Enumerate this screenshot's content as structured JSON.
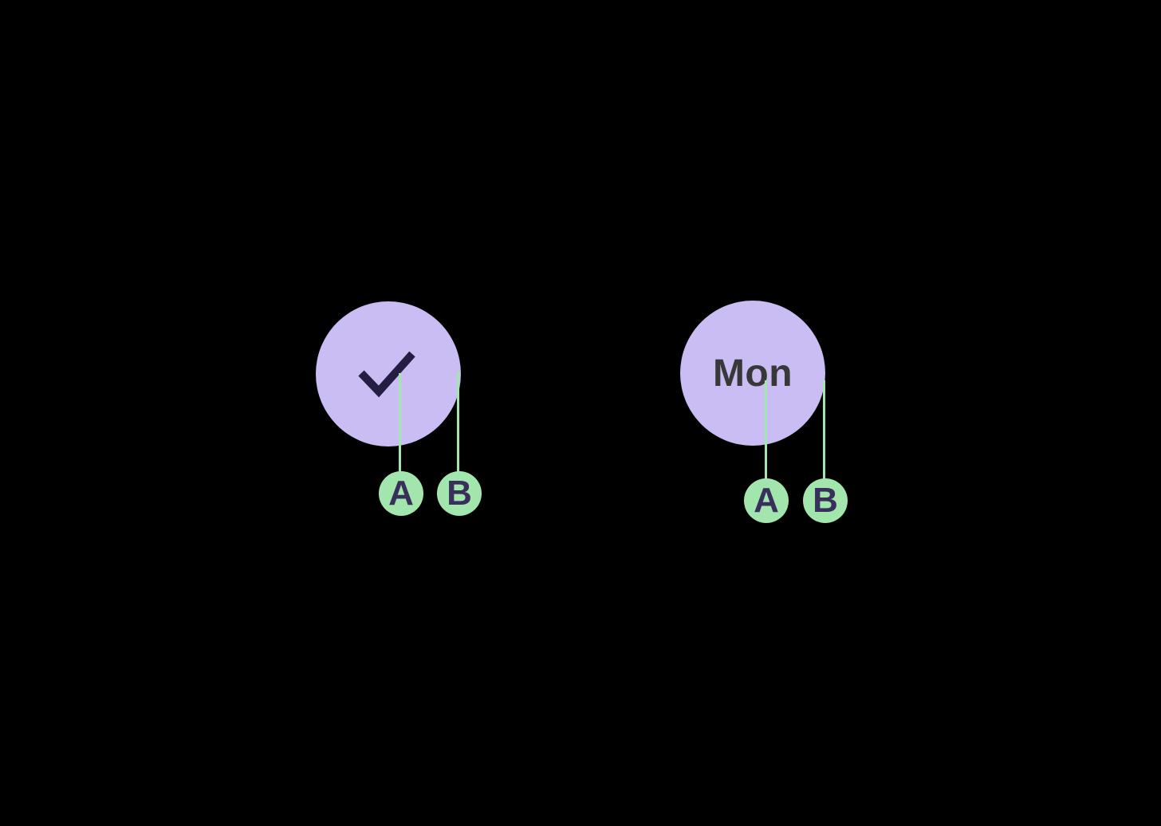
{
  "canvas": {
    "background": "#000000"
  },
  "colors": {
    "parent_node_fill": "#cabdf3",
    "checkmark": "#241e42",
    "child_node_fill": "#a3e6ad",
    "connector_line": "#a3e6ad",
    "child_label_text": "#38305a",
    "parent_label_text": "#383838"
  },
  "groups": [
    {
      "id": "check-group",
      "node": {
        "icon": "checkmark-icon",
        "label": ""
      },
      "children": [
        {
          "label": "A"
        },
        {
          "label": "B"
        }
      ]
    },
    {
      "id": "mon-group",
      "node": {
        "label": "Mon"
      },
      "children": [
        {
          "label": "A"
        },
        {
          "label": "B"
        }
      ]
    }
  ]
}
